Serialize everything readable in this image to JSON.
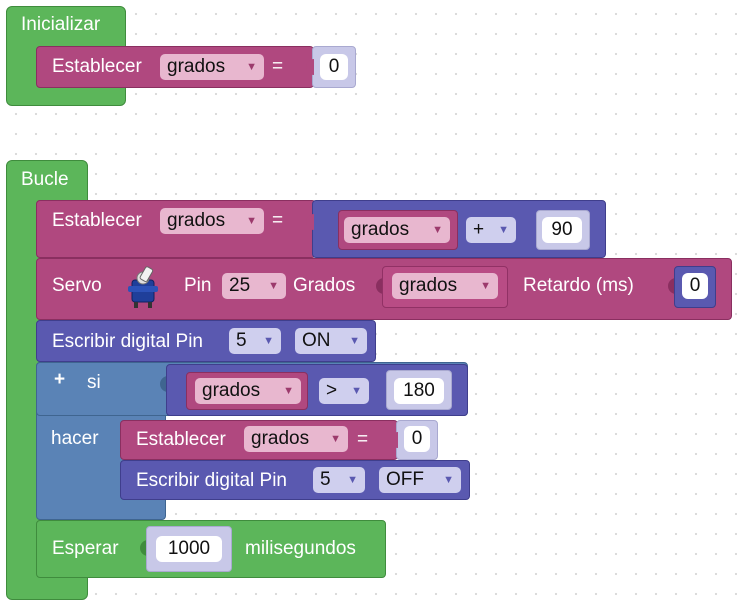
{
  "init": {
    "hat_label": "Inicializar",
    "set_label": "Establecer",
    "var": "grados",
    "eq": "=",
    "value": "0"
  },
  "loop": {
    "hat_label": "Bucle",
    "set": {
      "label": "Establecer",
      "var": "grados",
      "eq": "=",
      "left": "grados",
      "op": "+",
      "right": "90"
    },
    "servo": {
      "label": "Servo",
      "pin_label": "Pin",
      "pin": "25",
      "deg_label": "Grados",
      "deg_var": "grados",
      "delay_label": "Retardo (ms)",
      "delay": "0"
    },
    "write_on": {
      "label": "Escribir digital Pin",
      "pin": "5",
      "state": "ON"
    },
    "if_block": {
      "plus": "+",
      "si": "si",
      "hacer": "hacer",
      "cond_var": "grados",
      "cond_op": ">",
      "cond_val": "180",
      "set_label": "Establecer",
      "set_var": "grados",
      "set_eq": "=",
      "set_val": "0",
      "write_label": "Escribir digital Pin",
      "write_pin": "5",
      "write_state": "OFF"
    },
    "wait": {
      "label": "Esperar",
      "value": "1000",
      "unit": "milisegundos"
    }
  }
}
